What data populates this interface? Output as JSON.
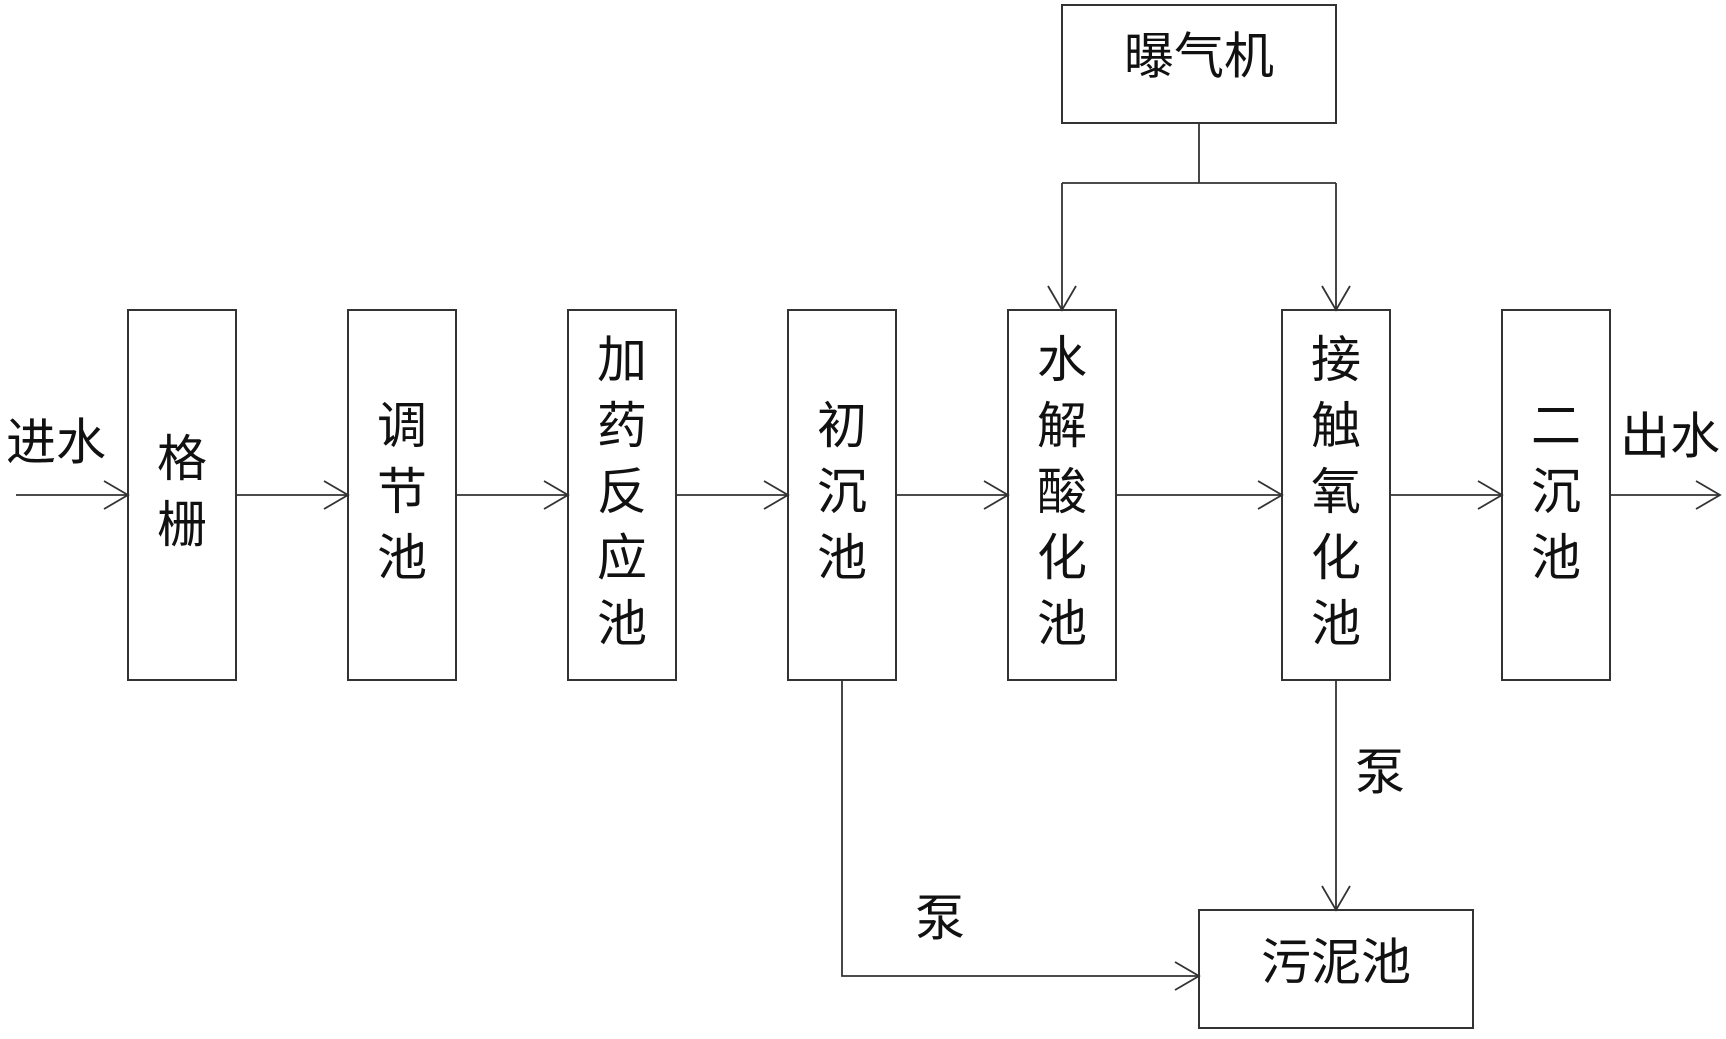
{
  "diagram": {
    "nodes": {
      "aerator": "曝气机",
      "grille": "格栅",
      "regulating_tank": "调节池",
      "dosing_tank": "加药反应池",
      "primary_settling": "初沉池",
      "hydrolysis_acidification": "水解酸化池",
      "contact_oxidation": "接触氧化池",
      "secondary_settling": "二沉池",
      "sludge_tank": "污泥池"
    },
    "labels": {
      "inlet": "进水",
      "outlet": "出水",
      "pump_primary": "泵",
      "pump_oxidation": "泵"
    },
    "colors": {
      "stroke": "#333333",
      "text": "#111111"
    }
  }
}
